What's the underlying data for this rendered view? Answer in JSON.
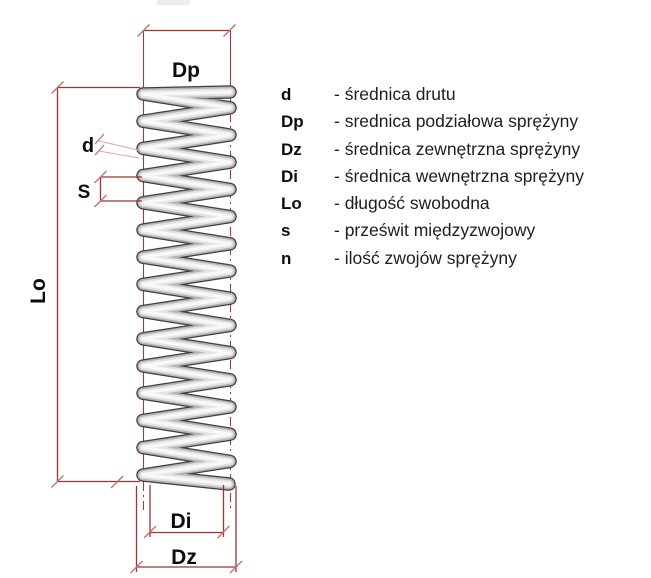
{
  "diagram": {
    "title": "spring-dimension-diagram",
    "labels": {
      "dp": "Dp",
      "lo": "Lo",
      "d": "d",
      "s": "S",
      "di": "Di",
      "dz": "Dz"
    },
    "colors": {
      "dimension_line": "#9c3434",
      "tick_mark": "#c4706a",
      "leader_line": "#d9a8a8",
      "centerline": "#a23a3a",
      "wire_outline": "#3f3f3f",
      "wire_mid": "#b5b5b5",
      "wire_light": "#e3e3e3",
      "wire_highlight": "#f8f8f8",
      "label_text": "#0d0d0d"
    }
  },
  "legend": {
    "items": [
      {
        "term": "d",
        "description": "- średnica drutu"
      },
      {
        "term": "Dp",
        "description": "- srednica podziałowa sprężyny"
      },
      {
        "term": "Dz",
        "description": "- średnica zewnętrzna sprężyny"
      },
      {
        "term": "Di",
        "description": "- średnica wewnętrzna sprężyny"
      },
      {
        "term": "Lo",
        "description": "- długość swobodna"
      },
      {
        "term": "s",
        "description": "- prześwit międzyzwojowy"
      },
      {
        "term": "n",
        "description": "- ilość zwojów sprężyny"
      }
    ]
  }
}
